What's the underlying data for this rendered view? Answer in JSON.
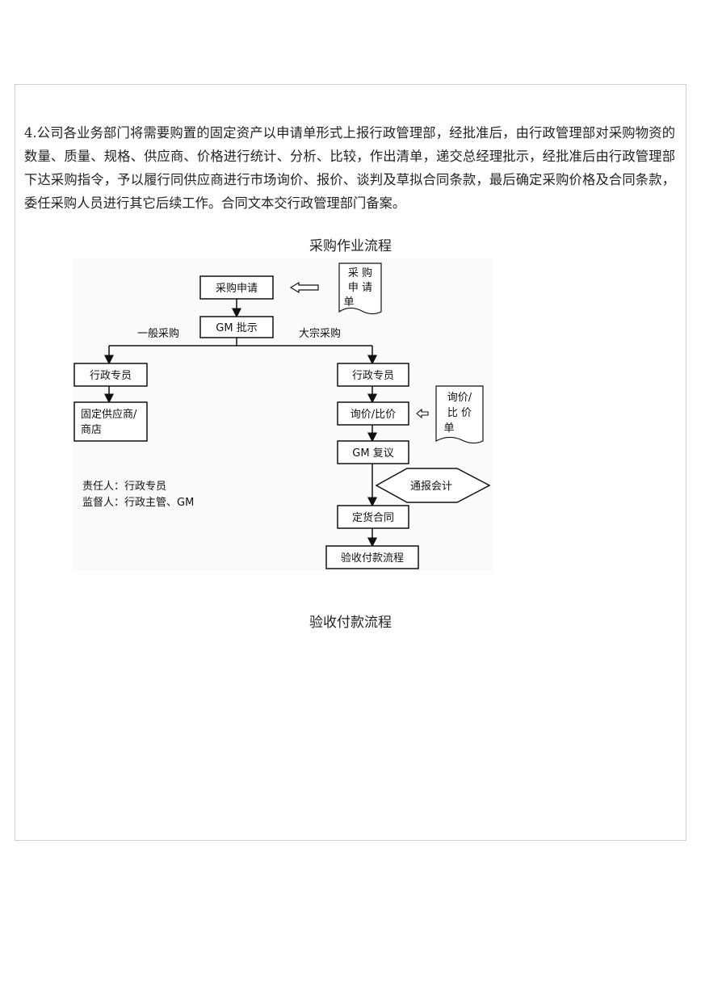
{
  "paragraph": "4.公司各业务部门将需要购置的固定资产以申请单形式上报行政管理部，经批准后，由行政管理部对采购物资的数量、质量、规格、供应商、价格进行统计、分析、比较，作出清单，递交总经理批示，经批准后由行政管理部下达采购指令，予以履行同供应商进行市场询价、报价、谈判及草拟合同条款，最后确定采购价格及合同条款，委任采购人员进行其它后续工作。合同文本交行政管理部门备案。",
  "figure_title": "采购作业流程",
  "next_section_title": "验收付款流程",
  "flow": {
    "purchase_request": "采购申请",
    "request_doc": [
      "采 购",
      "申 请",
      "单"
    ],
    "gm_approve": "GM 批示",
    "general_label": "一般采购",
    "bulk_label": "大宗采购",
    "admin_left": "行政专员",
    "fixed_supplier": [
      "固定供应商/",
      "商店"
    ],
    "admin_right": "行政专员",
    "inquiry": "询价/比价",
    "inquiry_doc": [
      "询价/",
      "比  价",
      "单"
    ],
    "gm_review": "GM 复议",
    "notify_accounting": "通报会计",
    "contract": "定货合同",
    "acceptance": "验收付款流程",
    "responsible": "责任人：行政专员",
    "supervisor": "监督人：行政主管、GM"
  }
}
